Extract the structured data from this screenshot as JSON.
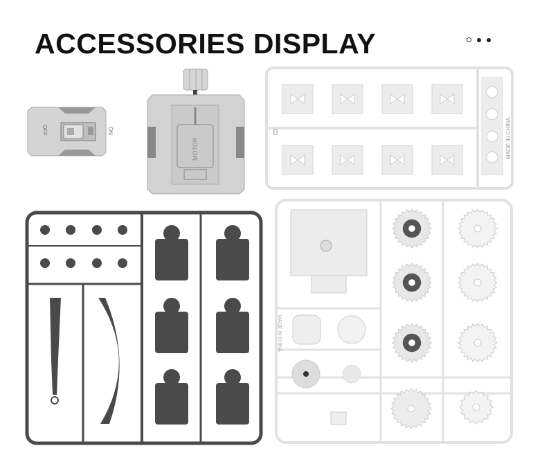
{
  "header": {
    "title": "ACCESSORIES DISPLAY"
  },
  "pagination": {
    "total": 3,
    "active": [
      1,
      2
    ]
  },
  "parts": {
    "switch": {
      "off_label": "OFF",
      "on_label": "ON"
    },
    "motor": {
      "label": "MOTOR"
    },
    "sprue_b": {
      "letter": "B",
      "origin": "MADE IN CHINA"
    },
    "sprue_gears": {
      "origin": "MADE IN CHINA"
    }
  },
  "colors": {
    "light_part": "#d9d9d9",
    "dark_part": "#4a4a4a",
    "white_part": "#efefef"
  }
}
